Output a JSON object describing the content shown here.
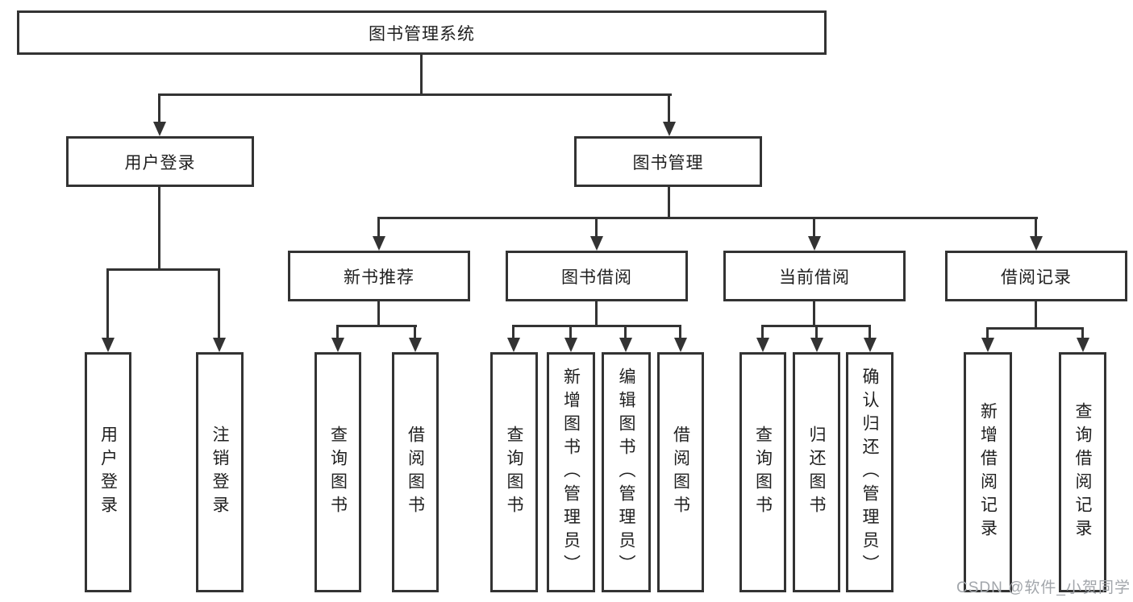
{
  "tree": {
    "root": "图书管理系统",
    "user_branch": {
      "label": "用户登录",
      "children": [
        "用户登录",
        "注销登录"
      ]
    },
    "mgmt_branch": {
      "label": "图书管理",
      "modules": [
        {
          "label": "新书推荐",
          "children": [
            "查询图书",
            "借阅图书"
          ]
        },
        {
          "label": "图书借阅",
          "children": [
            "查询图书",
            "新增图书（管理员）",
            "编辑图书（管理员）",
            "借阅图书"
          ]
        },
        {
          "label": "当前借阅",
          "children": [
            "查询图书",
            "归还图书",
            "确认归还（管理员）"
          ]
        },
        {
          "label": "借阅记录",
          "children": [
            "新增借阅记录",
            "查询借阅记录"
          ]
        }
      ]
    }
  },
  "watermark": "CSDN @软件_小贺同学",
  "colors": {
    "line": "#333333",
    "box_border": "#333333",
    "text": "#1f1f1f",
    "background": "#ffffff",
    "watermark": "#a2a6ab"
  }
}
